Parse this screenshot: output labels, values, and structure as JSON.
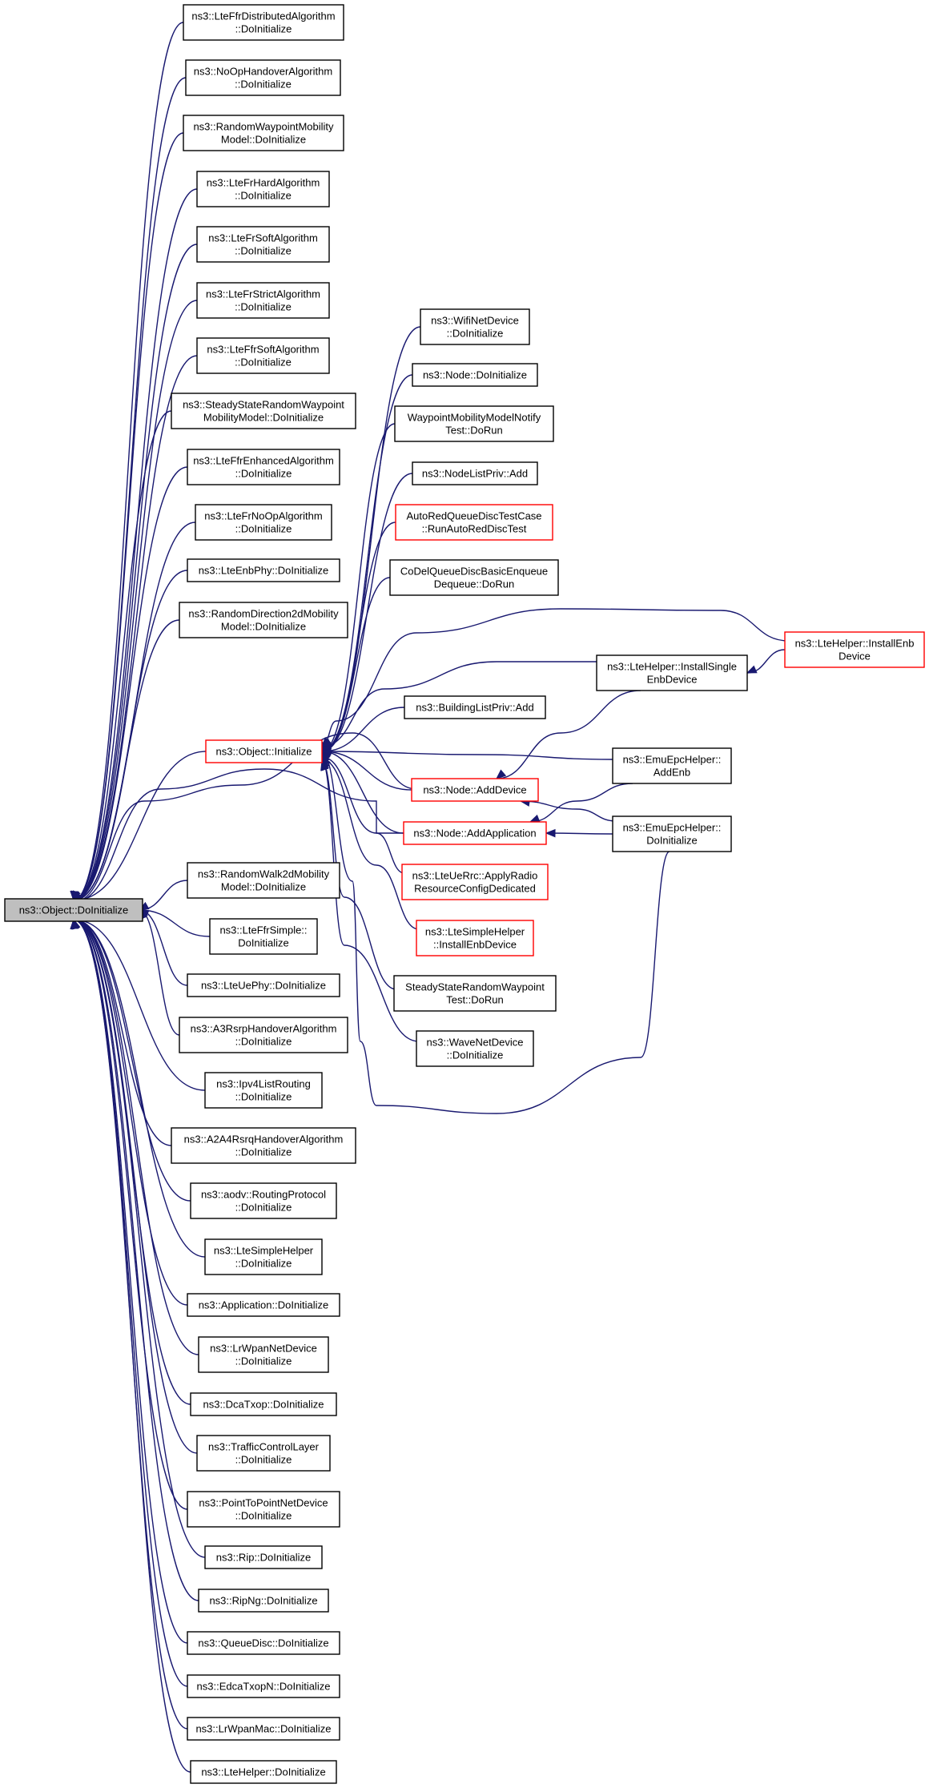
{
  "graph": {
    "root": "ns3::Object::DoInitialize",
    "colors": {
      "edge": "#191970",
      "node_border": "#000000",
      "node_border_highlight": "#ff0000",
      "root_fill": "#bfbfbf"
    },
    "nodes": [
      {
        "id": "root",
        "lines": [
          "ns3::Object::DoInitialize"
        ],
        "style": "root"
      },
      {
        "id": "n1",
        "lines": [
          "ns3::LteFfrDistributedAlgorithm",
          "::DoInitialize"
        ],
        "style": "normal"
      },
      {
        "id": "n2",
        "lines": [
          "ns3::NoOpHandoverAlgorithm",
          "::DoInitialize"
        ],
        "style": "normal"
      },
      {
        "id": "n3",
        "lines": [
          "ns3::RandomWaypointMobility",
          "Model::DoInitialize"
        ],
        "style": "normal"
      },
      {
        "id": "n4",
        "lines": [
          "ns3::LteFrHardAlgorithm",
          "::DoInitialize"
        ],
        "style": "normal"
      },
      {
        "id": "n5",
        "lines": [
          "ns3::LteFrSoftAlgorithm",
          "::DoInitialize"
        ],
        "style": "normal"
      },
      {
        "id": "n6",
        "lines": [
          "ns3::LteFrStrictAlgorithm",
          "::DoInitialize"
        ],
        "style": "normal"
      },
      {
        "id": "n7",
        "lines": [
          "ns3::LteFfrSoftAlgorithm",
          "::DoInitialize"
        ],
        "style": "normal"
      },
      {
        "id": "n8",
        "lines": [
          "ns3::SteadyStateRandomWaypoint",
          "MobilityModel::DoInitialize"
        ],
        "style": "normal"
      },
      {
        "id": "n9",
        "lines": [
          "ns3::LteFfrEnhancedAlgorithm",
          "::DoInitialize"
        ],
        "style": "normal"
      },
      {
        "id": "n10",
        "lines": [
          "ns3::LteFrNoOpAlgorithm",
          "::DoInitialize"
        ],
        "style": "normal"
      },
      {
        "id": "n11",
        "lines": [
          "ns3::LteEnbPhy::DoInitialize"
        ],
        "style": "normal"
      },
      {
        "id": "n12",
        "lines": [
          "ns3::RandomDirection2dMobility",
          "Model::DoInitialize"
        ],
        "style": "normal"
      },
      {
        "id": "oi",
        "lines": [
          "ns3::Object::Initialize"
        ],
        "style": "red"
      },
      {
        "id": "n14",
        "lines": [
          "ns3::RandomWalk2dMobility",
          "Model::DoInitialize"
        ],
        "style": "normal"
      },
      {
        "id": "n15",
        "lines": [
          "ns3::LteFfrSimple::",
          "DoInitialize"
        ],
        "style": "normal"
      },
      {
        "id": "n16",
        "lines": [
          "ns3::LteUePhy::DoInitialize"
        ],
        "style": "normal"
      },
      {
        "id": "n17",
        "lines": [
          "ns3::A3RsrpHandoverAlgorithm",
          "::DoInitialize"
        ],
        "style": "normal"
      },
      {
        "id": "n18",
        "lines": [
          "ns3::Ipv4ListRouting",
          "::DoInitialize"
        ],
        "style": "normal"
      },
      {
        "id": "n19",
        "lines": [
          "ns3::A2A4RsrqHandoverAlgorithm",
          "::DoInitialize"
        ],
        "style": "normal"
      },
      {
        "id": "n20",
        "lines": [
          "ns3::aodv::RoutingProtocol",
          "::DoInitialize"
        ],
        "style": "normal"
      },
      {
        "id": "n21",
        "lines": [
          "ns3::LteSimpleHelper",
          "::DoInitialize"
        ],
        "style": "normal"
      },
      {
        "id": "n22",
        "lines": [
          "ns3::Application::DoInitialize"
        ],
        "style": "normal"
      },
      {
        "id": "n23",
        "lines": [
          "ns3::LrWpanNetDevice",
          "::DoInitialize"
        ],
        "style": "normal"
      },
      {
        "id": "n24",
        "lines": [
          "ns3::DcaTxop::DoInitialize"
        ],
        "style": "normal"
      },
      {
        "id": "n25",
        "lines": [
          "ns3::TrafficControlLayer",
          "::DoInitialize"
        ],
        "style": "normal"
      },
      {
        "id": "n26",
        "lines": [
          "ns3::PointToPointNetDevice",
          "::DoInitialize"
        ],
        "style": "normal"
      },
      {
        "id": "n27",
        "lines": [
          "ns3::Rip::DoInitialize"
        ],
        "style": "normal"
      },
      {
        "id": "n28",
        "lines": [
          "ns3::RipNg::DoInitialize"
        ],
        "style": "normal"
      },
      {
        "id": "n29",
        "lines": [
          "ns3::QueueDisc::DoInitialize"
        ],
        "style": "normal"
      },
      {
        "id": "n30",
        "lines": [
          "ns3::EdcaTxopN::DoInitialize"
        ],
        "style": "normal"
      },
      {
        "id": "n31",
        "lines": [
          "ns3::LrWpanMac::DoInitialize"
        ],
        "style": "normal"
      },
      {
        "id": "n32",
        "lines": [
          "ns3::LteHelper::DoInitialize"
        ],
        "style": "normal"
      },
      {
        "id": "m1",
        "lines": [
          "ns3::WifiNetDevice",
          "::DoInitialize"
        ],
        "style": "normal"
      },
      {
        "id": "m2",
        "lines": [
          "ns3::Node::DoInitialize"
        ],
        "style": "normal"
      },
      {
        "id": "m3",
        "lines": [
          "WaypointMobilityModelNotify",
          "Test::DoRun"
        ],
        "style": "normal"
      },
      {
        "id": "m4",
        "lines": [
          "ns3::NodeListPriv::Add"
        ],
        "style": "normal"
      },
      {
        "id": "m5",
        "lines": [
          "AutoRedQueueDiscTestCase",
          "::RunAutoRedDiscTest"
        ],
        "style": "red"
      },
      {
        "id": "m6",
        "lines": [
          "CoDelQueueDiscBasicEnqueue",
          "Dequeue::DoRun"
        ],
        "style": "normal"
      },
      {
        "id": "m7",
        "lines": [
          "ns3::BuildingListPriv::Add"
        ],
        "style": "normal"
      },
      {
        "id": "m8",
        "lines": [
          "ns3::Node::AddDevice"
        ],
        "style": "red"
      },
      {
        "id": "m9",
        "lines": [
          "ns3::Node::AddApplication"
        ],
        "style": "red"
      },
      {
        "id": "m10",
        "lines": [
          "ns3::LteUeRrc::ApplyRadio",
          "ResourceConfigDedicated"
        ],
        "style": "red"
      },
      {
        "id": "m11",
        "lines": [
          "ns3::LteSimpleHelper",
          "::InstallEnbDevice"
        ],
        "style": "red"
      },
      {
        "id": "m12",
        "lines": [
          "SteadyStateRandomWaypoint",
          "Test::DoRun"
        ],
        "style": "normal"
      },
      {
        "id": "m13",
        "lines": [
          "ns3::WaveNetDevice",
          "::DoInitialize"
        ],
        "style": "normal"
      },
      {
        "id": "p1",
        "lines": [
          "ns3::LteHelper::InstallSingle",
          "EnbDevice"
        ],
        "style": "normal"
      },
      {
        "id": "p2",
        "lines": [
          "ns3::EmuEpcHelper::",
          "AddEnb"
        ],
        "style": "normal"
      },
      {
        "id": "p3",
        "lines": [
          "ns3::EmuEpcHelper::",
          "DoInitialize"
        ],
        "style": "normal"
      },
      {
        "id": "q1",
        "lines": [
          "ns3::LteHelper::InstallEnb",
          "Device"
        ],
        "style": "red"
      }
    ],
    "edges": [
      {
        "from": "n1",
        "to": "root"
      },
      {
        "from": "n2",
        "to": "root"
      },
      {
        "from": "n3",
        "to": "root"
      },
      {
        "from": "n4",
        "to": "root"
      },
      {
        "from": "n5",
        "to": "root"
      },
      {
        "from": "n6",
        "to": "root"
      },
      {
        "from": "n7",
        "to": "root"
      },
      {
        "from": "n8",
        "to": "root"
      },
      {
        "from": "n9",
        "to": "root"
      },
      {
        "from": "n10",
        "to": "root"
      },
      {
        "from": "n11",
        "to": "root"
      },
      {
        "from": "n12",
        "to": "root"
      },
      {
        "from": "oi",
        "to": "root"
      },
      {
        "from": "n14",
        "to": "root"
      },
      {
        "from": "n15",
        "to": "root"
      },
      {
        "from": "n16",
        "to": "root"
      },
      {
        "from": "n17",
        "to": "root"
      },
      {
        "from": "n18",
        "to": "root"
      },
      {
        "from": "n19",
        "to": "root"
      },
      {
        "from": "n20",
        "to": "root"
      },
      {
        "from": "n21",
        "to": "root"
      },
      {
        "from": "n22",
        "to": "root"
      },
      {
        "from": "n23",
        "to": "root"
      },
      {
        "from": "n24",
        "to": "root"
      },
      {
        "from": "n25",
        "to": "root"
      },
      {
        "from": "n26",
        "to": "root"
      },
      {
        "from": "n27",
        "to": "root"
      },
      {
        "from": "n28",
        "to": "root"
      },
      {
        "from": "n29",
        "to": "root"
      },
      {
        "from": "n30",
        "to": "root"
      },
      {
        "from": "n31",
        "to": "root"
      },
      {
        "from": "n32",
        "to": "root"
      },
      {
        "from": "m1",
        "to": "oi"
      },
      {
        "from": "m2",
        "to": "oi"
      },
      {
        "from": "m3",
        "to": "oi"
      },
      {
        "from": "m4",
        "to": "oi"
      },
      {
        "from": "m5",
        "to": "oi"
      },
      {
        "from": "m6",
        "to": "oi"
      },
      {
        "from": "m7",
        "to": "oi"
      },
      {
        "from": "m8",
        "to": "oi"
      },
      {
        "from": "m9",
        "to": "oi"
      },
      {
        "from": "m10",
        "to": "oi"
      },
      {
        "from": "m11",
        "to": "oi"
      },
      {
        "from": "m12",
        "to": "oi"
      },
      {
        "from": "m13",
        "to": "oi"
      },
      {
        "from": "p1",
        "to": "oi"
      },
      {
        "from": "p2",
        "to": "oi"
      },
      {
        "from": "q1",
        "to": "oi"
      },
      {
        "from": "m8",
        "to": "root"
      },
      {
        "from": "m9",
        "to": "root"
      },
      {
        "from": "p1",
        "to": "m8"
      },
      {
        "from": "p2",
        "to": "m9"
      },
      {
        "from": "p3",
        "to": "m8"
      },
      {
        "from": "p3",
        "to": "m9"
      },
      {
        "from": "p3",
        "to": "oi"
      },
      {
        "from": "q1",
        "to": "p1"
      }
    ]
  }
}
